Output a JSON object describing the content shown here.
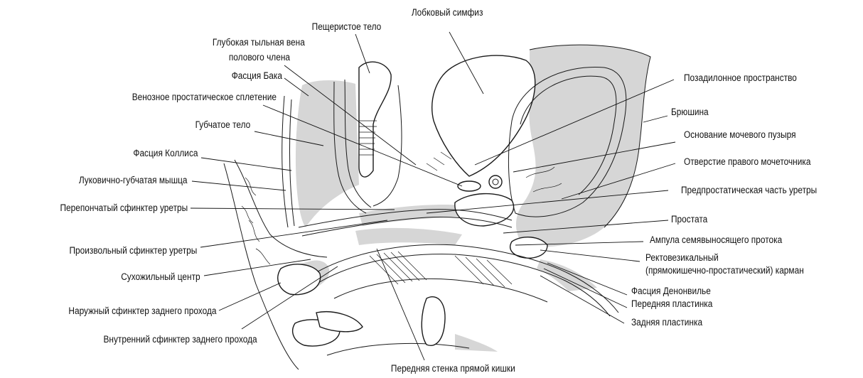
{
  "labels": {
    "lobkovyi_simfiz": "Лобковый симфиз",
    "peshcheristoe_telo": "Пещеристое тело",
    "glubokaya_vena_1": "Глубокая тыльная вена",
    "glubokaya_vena_2": "полового члена",
    "fasciya_baka": "Фасция Бака",
    "venoznoe_spletenie": "Венозное простатическое сплетение",
    "gubchatoe_telo": "Губчатое тело",
    "fasciya_kollisa": "Фасция Коллиса",
    "lukovichno_gubchataya": "Луковично-губчатая мышца",
    "pereponchatyi_sfinkter": "Перепончатый сфинктер уретры",
    "proizvolnyi_sfinkter": "Произвольный сфинктер уретры",
    "suhozhilnyi_centr": "Сухожильный центр",
    "naruzhnyi_sfinkter": "Наружный сфинктер заднего прохода",
    "vnutrennii_sfinkter": "Внутренний сфинктер заднего прохода",
    "perednyaya_stenka": "Передняя стенка прямой кишки",
    "pozadilonnoe": "Позадилонное пространство",
    "bryushina": "Брюшина",
    "osnovanie_puzyrya": "Основание мочевого пузыря",
    "otverstie_mochetochnika": "Отверстие правого мочеточника",
    "predprostaticheskaya": "Предпростатическая часть уретры",
    "prostata": "Простата",
    "ampula": "Ампула семявыносящего протока",
    "rektovezikalnyi_1": "Ректовезикальный",
    "rektovezikalnyi_2": "(прямокишечно-простатический) карман",
    "fasciya_denonvile": "Фасция Денонвилье",
    "perednyaya_plastinka": "Передняя пластинка",
    "zadnyaya_plastinka": "Задняя пластинка"
  }
}
